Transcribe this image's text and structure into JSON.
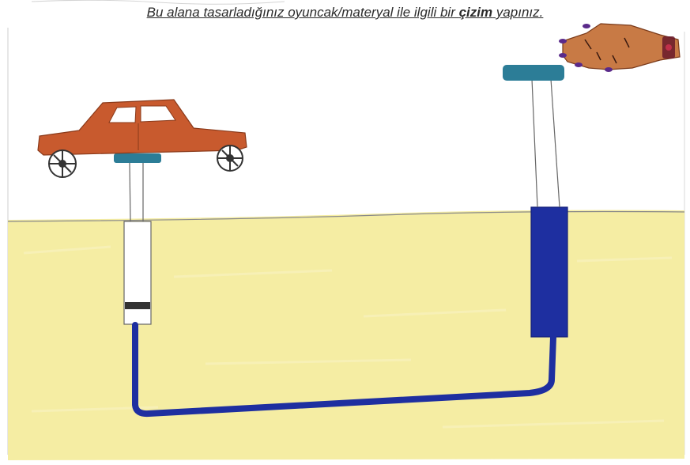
{
  "worksheet": {
    "instruction_prefix": "Bu alana tasarladığınız oyuncak/materyal ile ilgili bir ",
    "instruction_bold": "çizim",
    "instruction_suffix": " yapınız."
  },
  "drawing": {
    "ground_color": "#f3ea9c",
    "car_color": "#c85a2e",
    "pipe_color": "#1e2fa0",
    "piston_cap_color": "#2c7d97",
    "hand_color": "#c87a45"
  }
}
